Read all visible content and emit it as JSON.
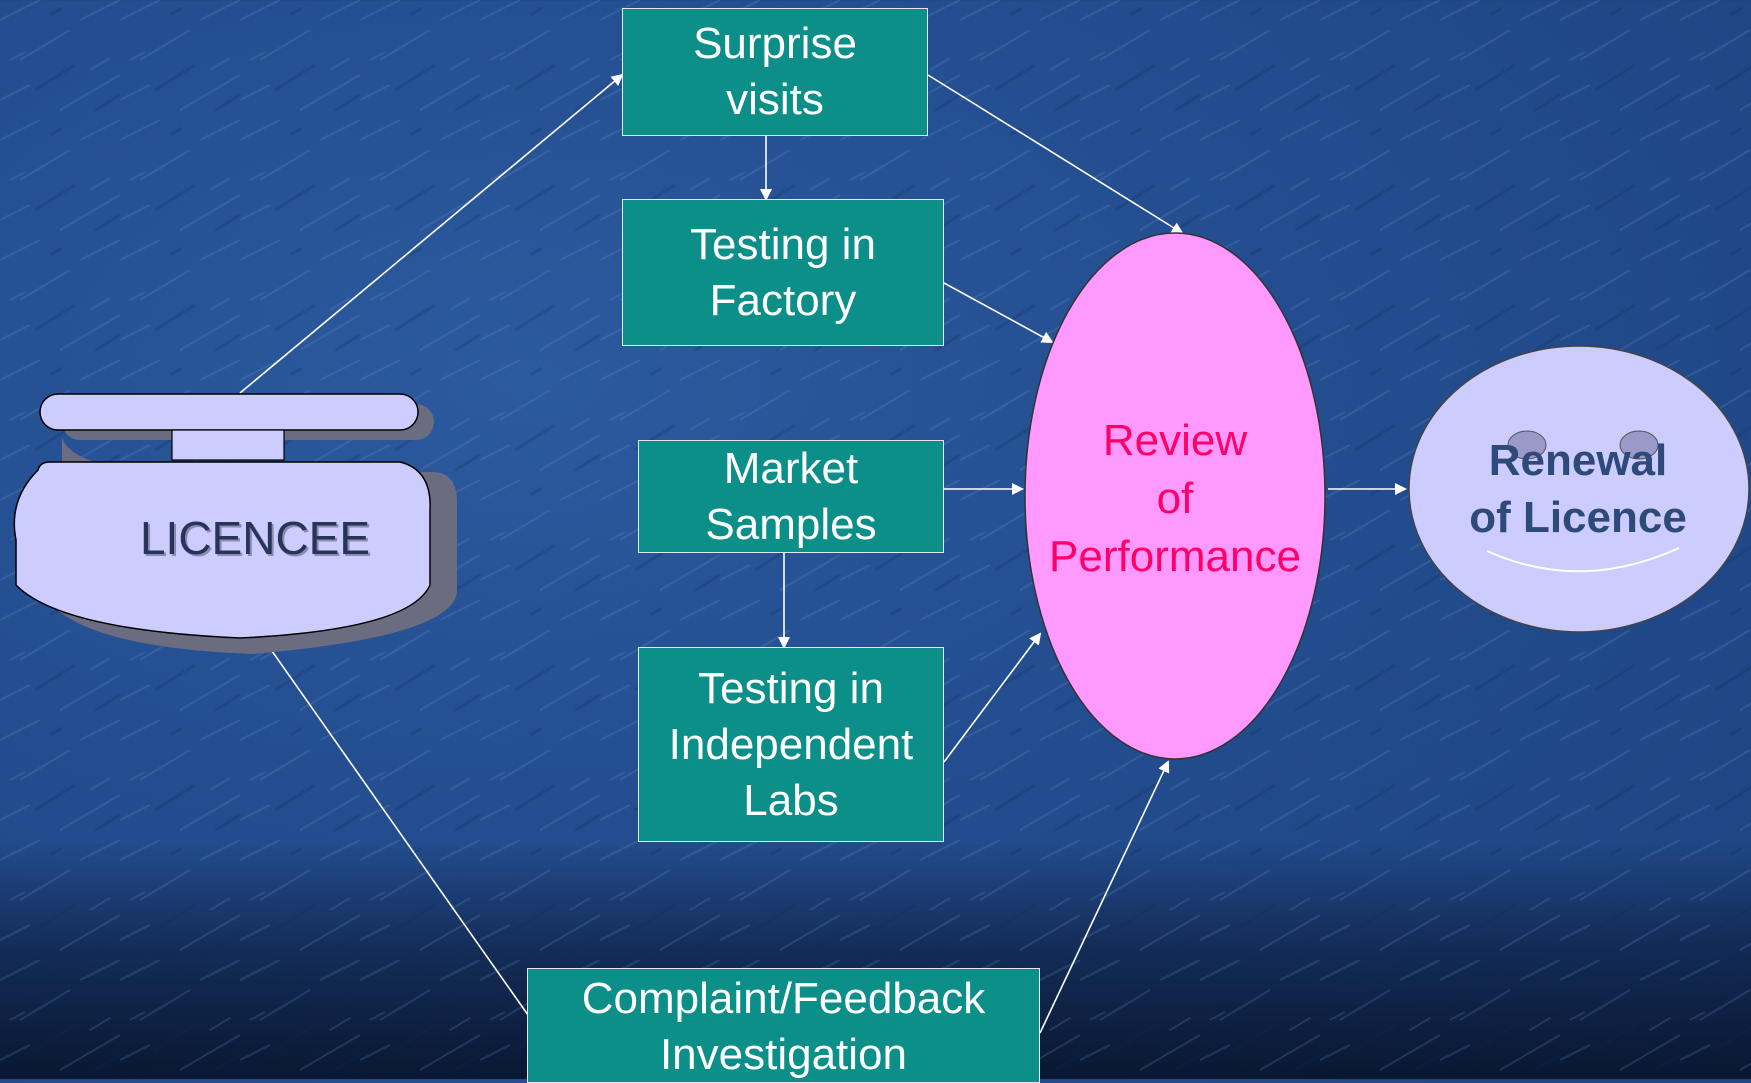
{
  "diagram": {
    "licencee": "LICENCEE",
    "surprise_visits": "Surprise\nvisits",
    "testing_factory": "Testing in\nFactory",
    "market_samples": "Market\nSamples",
    "testing_labs": "Testing in\nIndependent\nLabs",
    "complaint": "Complaint/Feedback\nInvestigation",
    "review": "Review\nof\nPerformance",
    "renewal": "Renewal\nof Licence"
  },
  "colors": {
    "background": "#234d8f",
    "box_fill": "#0b8f88",
    "licencee_fill": "#ccccff",
    "review_fill": "#ff99ff",
    "review_text": "#ff0066",
    "renewal_fill": "#ccccff",
    "renewal_text": "#2e4a7a",
    "arrow": "#ffffff"
  }
}
